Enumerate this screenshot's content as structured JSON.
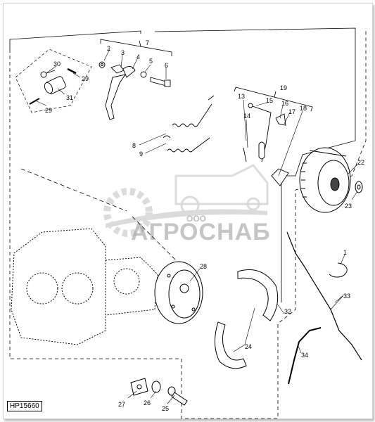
{
  "figure_ref": "HP15660",
  "watermark": {
    "small": "ООО",
    "brand": "АГРОСНАБ"
  },
  "callouts": {
    "c1": "1",
    "c2": "2",
    "c3": "3",
    "c4": "4",
    "c5": "5",
    "c6": "6",
    "c7": "7",
    "c8": "8",
    "c9": "9",
    "c13": "13",
    "c14": "14",
    "c15": "15",
    "c16": "16",
    "c17": "17",
    "c18": "18",
    "c19": "19",
    "c22": "22",
    "c23": "23",
    "c24": "24",
    "c25": "25",
    "c26": "26",
    "c27": "27",
    "c28": "28",
    "c29a": "29",
    "c29b": "29",
    "c30": "30",
    "c31": "31",
    "c32": "32",
    "c33": "33",
    "c34": "34"
  }
}
